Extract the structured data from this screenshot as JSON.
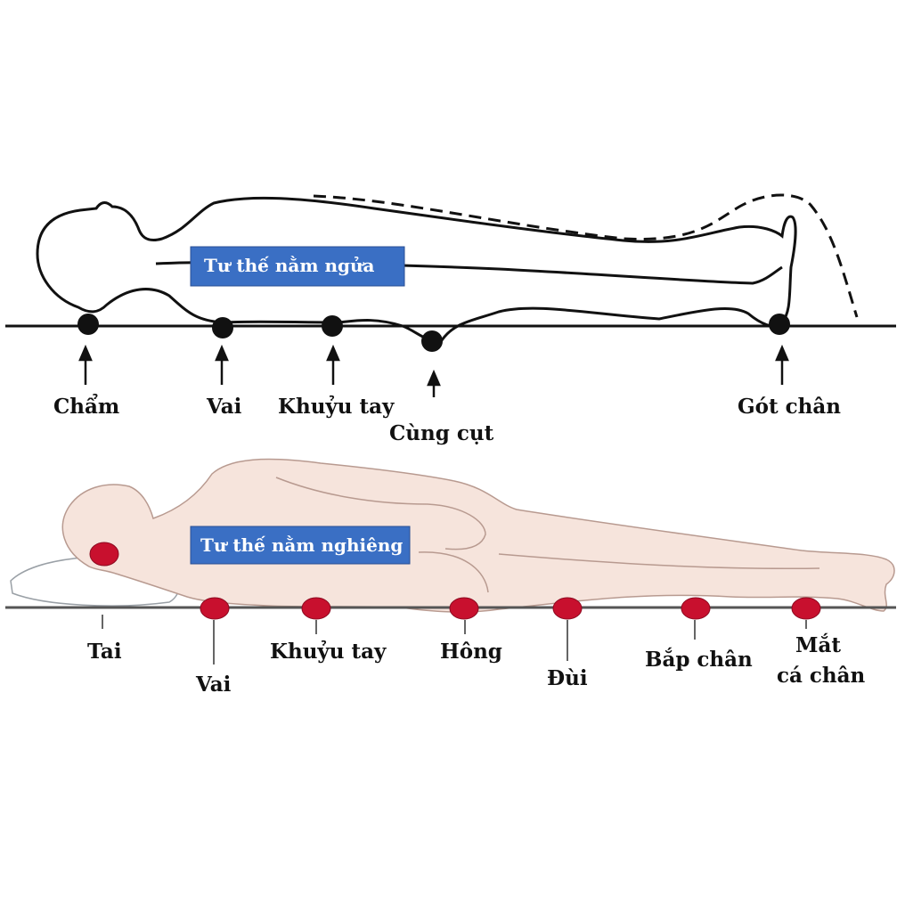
{
  "supine": {
    "title": "Tư thế nằm ngửa",
    "labels": {
      "cham": "Chẩm",
      "vai": "Vai",
      "khuyu_tay": "Khuỷu tay",
      "cung_cut": "Cùng cụt",
      "got_chan": "Gót chân"
    }
  },
  "lateral": {
    "title": "Tư thế nằm nghiêng",
    "labels": {
      "tai": "Tai",
      "vai": "Vai",
      "khuyu_tay": "Khuỷu tay",
      "hong": "Hông",
      "dui": "Đùi",
      "bap_chan": "Bắp chân",
      "mat_ca_chan_1": "Mắt",
      "mat_ca_chan_2": "cá chân"
    }
  },
  "colors": {
    "title_bg": "#3a6fc4",
    "pressure_point_lateral": "#c8102e",
    "body_fill_lateral": "#f6e4dc",
    "line": "#111111"
  }
}
